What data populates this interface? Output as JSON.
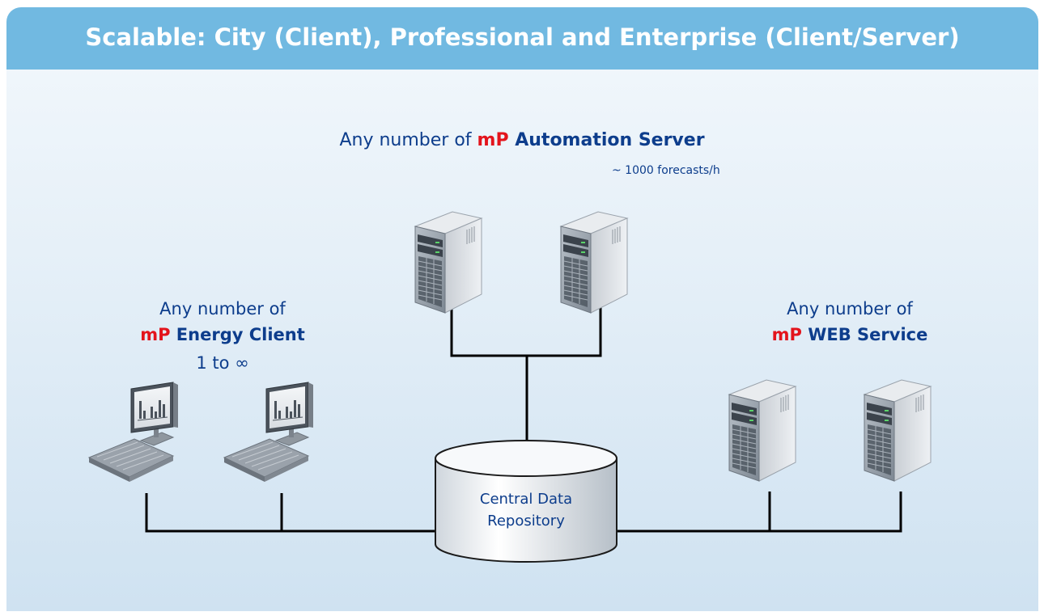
{
  "header": {
    "title": "Scalable: City (Client), Professional and Enterprise (Client/Server)"
  },
  "automation": {
    "prefix": "Any number of ",
    "brand": "mP",
    "name": " Automation Server",
    "subtitle": "~ 1000 forecasts/h"
  },
  "client": {
    "line1": "Any number of",
    "brand": "mP",
    "name": " Energy Client",
    "range": "1 to ∞"
  },
  "web": {
    "line1": "Any number of",
    "brand": "mP",
    "name": " WEB Service"
  },
  "repository": {
    "line1": "Central Data",
    "line2": "Repository"
  },
  "colors": {
    "header": "#71b9e1",
    "text": "#0d3d8c",
    "brand": "#e3141c"
  }
}
